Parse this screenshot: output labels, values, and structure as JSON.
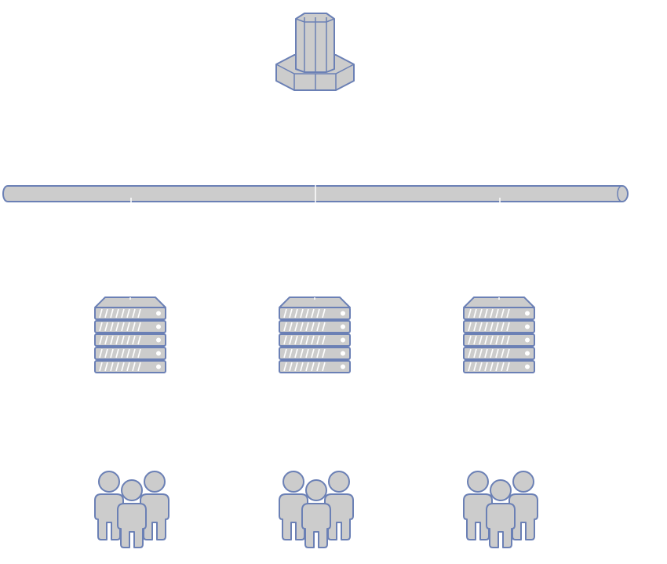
{
  "diagram": {
    "nodes": [
      {
        "id": "mainframe",
        "icon": "mainframe-icon"
      },
      {
        "id": "network-bus",
        "icon": "network-bus-icon",
        "connections": 3
      },
      {
        "id": "server-1",
        "icon": "server-rack-icon"
      },
      {
        "id": "server-2",
        "icon": "server-rack-icon"
      },
      {
        "id": "server-3",
        "icon": "server-rack-icon"
      },
      {
        "id": "users-1",
        "icon": "user-group-icon"
      },
      {
        "id": "users-2",
        "icon": "user-group-icon"
      },
      {
        "id": "users-3",
        "icon": "user-group-icon"
      }
    ],
    "colors": {
      "fill": "#cccccc",
      "outline": "#6b80b5",
      "highlight": "#ffffff",
      "background": "#ffffff"
    }
  }
}
